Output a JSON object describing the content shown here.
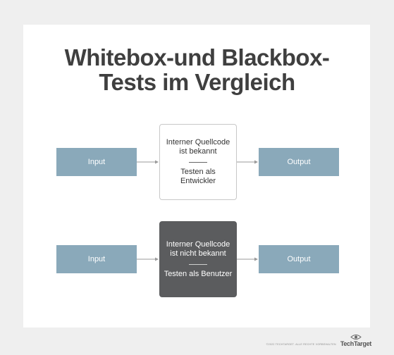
{
  "title": {
    "line1": "Whitebox-und Blackbox-",
    "line2": "Tests  im Vergleich"
  },
  "whitebox": {
    "input": "Input",
    "output": "Output",
    "line_a": "Interner Quellcode",
    "line_b": "ist bekannt",
    "line_c": "Testen als",
    "line_d": "Entwickler"
  },
  "blackbox": {
    "input": "Input",
    "output": "Output",
    "line_a": "Interner Quellcode",
    "line_b": "ist nicht bekannt",
    "line_c": "Testen als Benutzer"
  },
  "footer": {
    "copyright": "©2022 TECHTARGET. ALLE RECHTE VORBEHALTEN",
    "logo": "TechTarget"
  },
  "colors": {
    "io_fill": "#8aa9ba",
    "dark_fill": "#5b5c5e",
    "title": "#3f3f3f"
  }
}
